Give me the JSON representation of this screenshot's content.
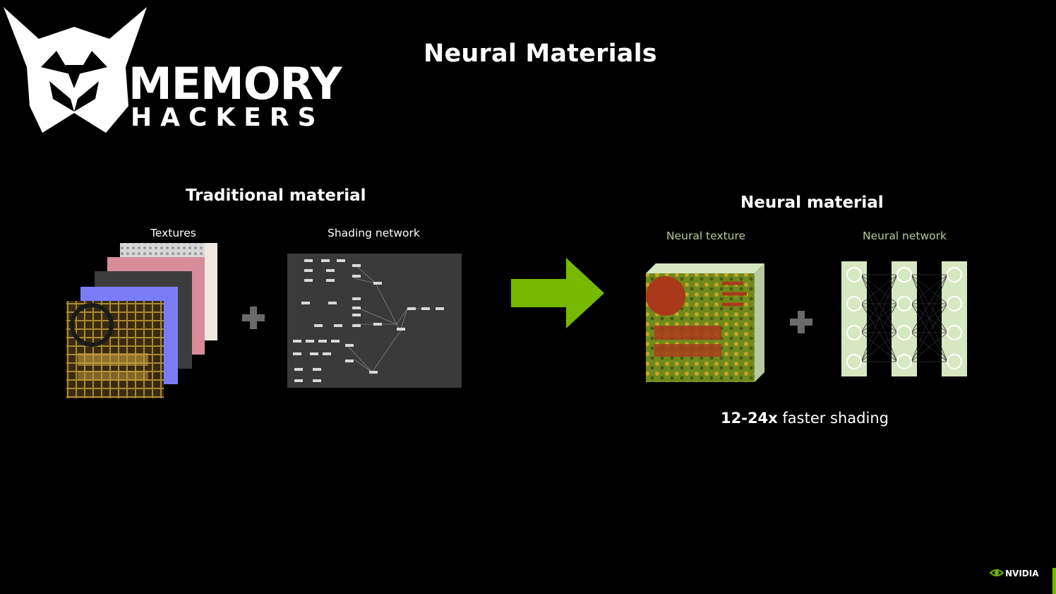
{
  "logo": {
    "line1": "MEMORY",
    "line2": "HACKERS"
  },
  "slide_title": "Neural Materials",
  "traditional": {
    "title": "Traditional material",
    "textures_label": "Textures",
    "shading_label": "Shading network"
  },
  "neural": {
    "title": "Neural material",
    "texture_label": "Neural texture",
    "network_label": "Neural network",
    "speedup_bold": "12-24x",
    "speedup_rest": " faster shading"
  },
  "brand": {
    "name": "NVIDIA"
  },
  "colors": {
    "background": "#000000",
    "accent_green": "#76b900",
    "panel_gray": "#3a3a3a",
    "nn_fill": "#d6e8c2",
    "plus_gray": "#6a6a6a"
  },
  "icons": [
    "plus-icon",
    "arrow-right-icon",
    "nvidia-eye-icon"
  ]
}
